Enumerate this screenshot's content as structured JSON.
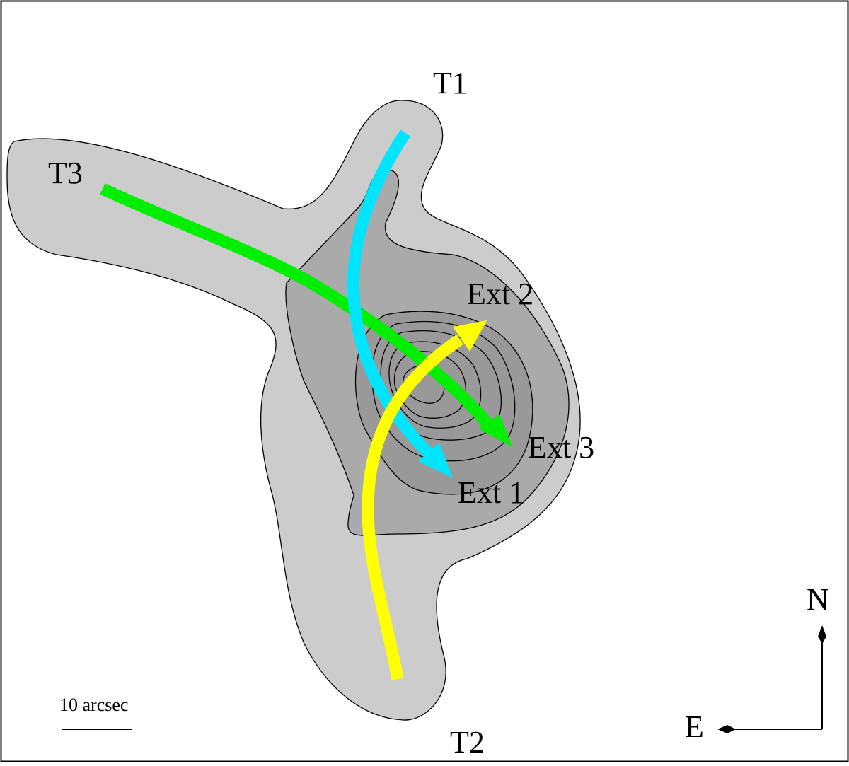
{
  "labels": {
    "t1": "T1",
    "t2": "T2",
    "t3": "T3",
    "ext1": "Ext 1",
    "ext2": "Ext 2",
    "ext3": "Ext 3"
  },
  "scale_bar": {
    "label": "10 arcsec"
  },
  "compass": {
    "north": "N",
    "east": "E"
  },
  "colors": {
    "outer_contour_fill": "#cccccc",
    "inner_contour_fill": "#aaaaaa",
    "core_contour_fill": "#999999",
    "t1_arrow": "#00e5ff",
    "t2_arrow": "#ffff00",
    "t3_arrow": "#00ee00"
  }
}
